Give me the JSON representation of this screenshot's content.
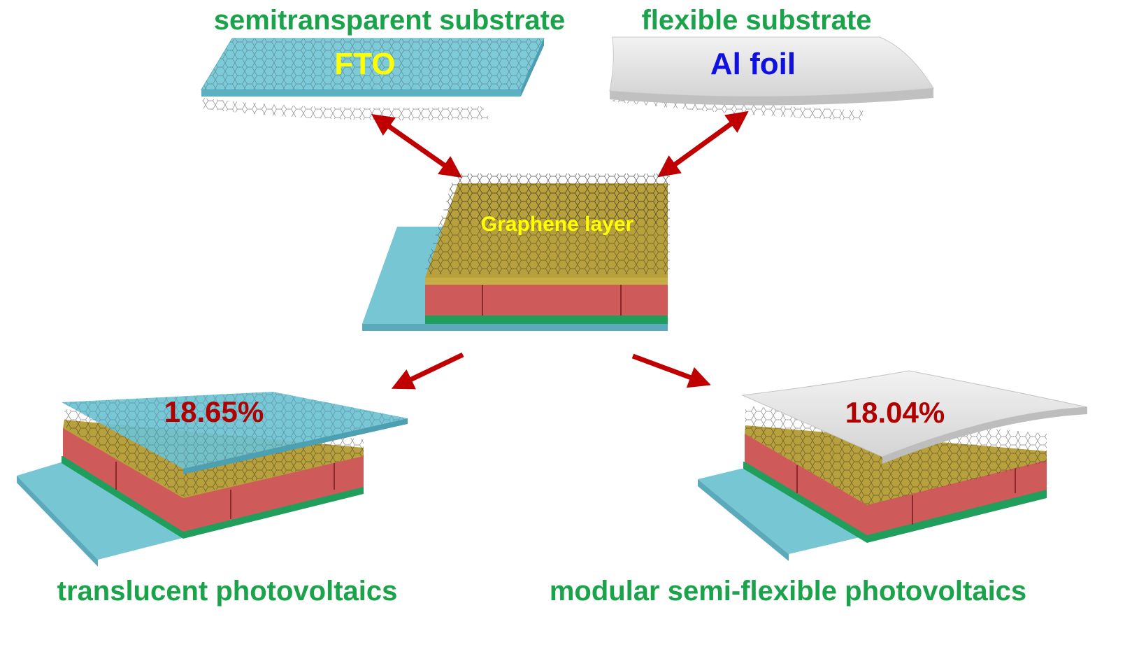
{
  "labels": {
    "top_left_caption": "semitransparent substrate",
    "top_right_caption": "flexible substrate",
    "fto": "FTO",
    "al_foil": "Al foil",
    "graphene": "Graphene layer",
    "eff_left": "18.65%",
    "eff_right": "18.04%",
    "bottom_left_caption": "translucent photovoltaics",
    "bottom_right_caption": "modular semi-flexible photovoltaics"
  },
  "colors": {
    "caption_green": "#1aa34a",
    "fto_text": "#ffff00",
    "al_text": "#1010e0",
    "efficiency_red": "#b00000",
    "arrow_red": "#c00000",
    "glass_cyan": "#6cc6d6",
    "perovskite_red": "#cf5a5a",
    "gold_layer": "#b8a03c",
    "etl_green": "#1f9e5c",
    "foil_gray": "#e6e6e6"
  }
}
